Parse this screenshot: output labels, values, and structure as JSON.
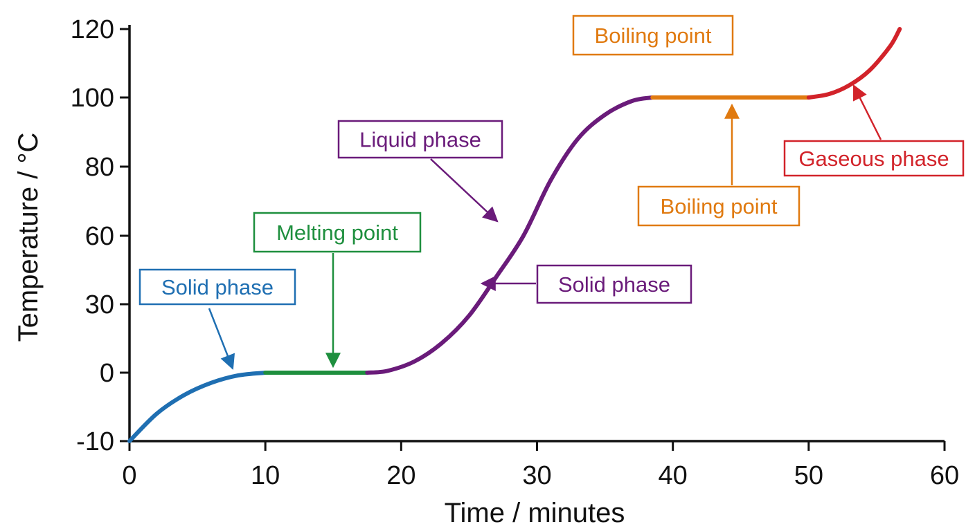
{
  "chart_data": {
    "type": "line",
    "title": "",
    "xlabel": "Time / minutes",
    "ylabel": "Temperature / °C",
    "xlim": [
      0,
      60
    ],
    "x_ticks": [
      0,
      10,
      20,
      30,
      40,
      50,
      60
    ],
    "y_ticks": [
      -10,
      0,
      30,
      60,
      80,
      100,
      120
    ],
    "y_tick_labels": [
      "-10",
      "0",
      "30",
      "60",
      "80",
      "100",
      "120"
    ],
    "grid": false,
    "segments": [
      {
        "color": "#1f6fb2",
        "points": [
          [
            0,
            -10
          ],
          [
            2,
            -6
          ],
          [
            4,
            -3.3
          ],
          [
            6,
            -1.5
          ],
          [
            8,
            -0.4
          ],
          [
            10,
            0
          ]
        ]
      },
      {
        "color": "#1e8f3e",
        "points": [
          [
            10,
            0
          ],
          [
            17.5,
            0
          ]
        ]
      },
      {
        "color": "#6a1b7a",
        "points": [
          [
            17.5,
            0
          ],
          [
            19,
            0.8
          ],
          [
            21,
            5
          ],
          [
            23,
            13
          ],
          [
            25,
            25
          ],
          [
            27,
            42
          ],
          [
            29,
            60
          ],
          [
            31,
            76
          ],
          [
            33,
            88
          ],
          [
            35,
            95
          ],
          [
            37,
            99
          ],
          [
            38.5,
            100
          ]
        ]
      },
      {
        "color": "#e07a10",
        "points": [
          [
            38.5,
            100
          ],
          [
            50,
            100
          ]
        ]
      },
      {
        "color": "#d2232a",
        "points": [
          [
            50,
            100
          ],
          [
            51.5,
            101
          ],
          [
            53,
            103.6
          ],
          [
            54.5,
            108
          ],
          [
            56,
            115
          ],
          [
            56.7,
            120
          ]
        ]
      }
    ],
    "annotations": [
      {
        "text": "Solid phase",
        "color": "#1f6fb2"
      },
      {
        "text": "Melting point",
        "color": "#1e8f3e"
      },
      {
        "text": "Liquid phase",
        "color": "#6a1b7a"
      },
      {
        "text": "Solid phase",
        "color": "#6a1b7a"
      },
      {
        "text": "Boiling point",
        "color": "#e07a10"
      },
      {
        "text": "Boiling point",
        "color": "#e07a10"
      },
      {
        "text": "Gaseous phase",
        "color": "#d2232a"
      }
    ]
  }
}
